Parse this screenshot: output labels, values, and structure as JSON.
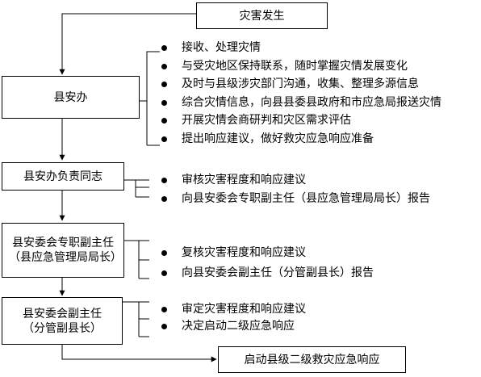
{
  "nodes": {
    "disaster": "灾害发生",
    "county_office": "县安办",
    "office_head": "县安办负责同志",
    "deputy_director": "县安委会专职副主任（县应急管理局局长）",
    "vice_chair": "县安委会副主任（分管副县长）",
    "start_response": "启动县级二级救灾应急响应"
  },
  "group1": [
    "接收、处理灾情",
    "与受灾地区保持联系，随时掌握灾情发展变化",
    "及时与县级涉灾部门沟通，收集、整理多源信息",
    "综合灾情信息，向县县委县政府和市应急局报送灾情",
    "开展灾情会商研判和灾区需求评估",
    "提出响应建议，做好救灾应急响应准备"
  ],
  "group2": [
    "审核灾害程度和响应建议",
    "向县安委会专职副主任（县应急管理局局长）报告"
  ],
  "group3": [
    "复核灾害程度和响应建议",
    "向县安委会副主任（分管副县长）报告"
  ],
  "group4": [
    "审定灾害程度和响应建议",
    "决定启动二级应急响应"
  ]
}
